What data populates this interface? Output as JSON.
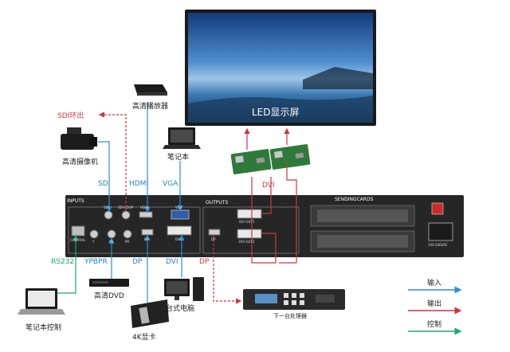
{
  "screen": {
    "label": "LED显示屏"
  },
  "devices": {
    "sdi_out": "SDI环出",
    "player": "高清播放器",
    "camera": "高清摄像机",
    "laptop": "笔记本",
    "dvd": "高清DVD",
    "gpu": "4K显卡",
    "desktop": "台式电脑",
    "laptop_ctrl": "笔记本控制",
    "next_processor": "下一台处理器"
  },
  "connections": {
    "sdi": "SDI",
    "hdmi": "HDMI",
    "vga": "VGA",
    "rs232": "RS232",
    "ypbpr": "YPBPR",
    "dp": "DP",
    "dvi": "DVI",
    "dp_out": "DP",
    "dvi_out": "DVI"
  },
  "panel": {
    "inputs": "INPUTS",
    "outputs": "OUTPUTS",
    "sendingcards": "SENDINGCARDS",
    "port_sdi": "SDI",
    "port_sdi_loop": "SDI-LOOP",
    "port_hdmi": "HDMI",
    "port_vga": "VGA",
    "port_control": "CONTROL",
    "port_y": "Y",
    "port_pb": "PB",
    "port_pr": "PR",
    "port_dp": "DP",
    "port_dvi": "DVI",
    "port_out_dp": "DP",
    "port_dvi_out1": "DVI-OUT1",
    "port_dvi_out2": "DVI-OUT2",
    "power": "100-240VAC"
  },
  "legend": {
    "input": "输入",
    "output": "输出",
    "control": "控制"
  },
  "colors": {
    "input": "#2a8fd6",
    "output": "#d2343a",
    "control": "#1aa57a",
    "panel": "#2b2b2b"
  }
}
